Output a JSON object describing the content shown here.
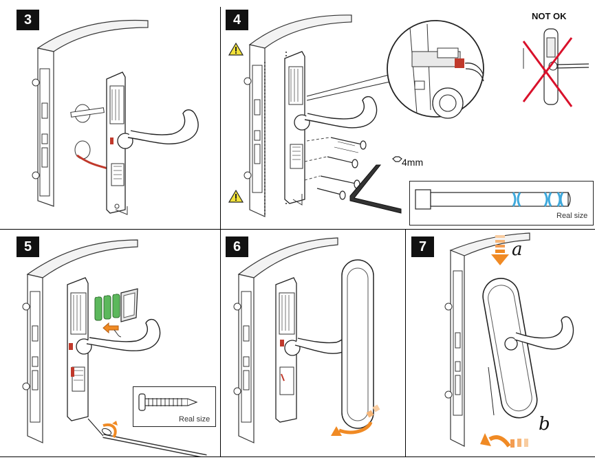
{
  "steps": [
    {
      "number": "3"
    },
    {
      "number": "4",
      "not_ok_label": "NOT OK",
      "hex_size": "4mm",
      "real_size": "Real size"
    },
    {
      "number": "5",
      "real_size": "Real size"
    },
    {
      "number": "6"
    },
    {
      "number": "7",
      "label_a": "a",
      "label_b": "b"
    }
  ],
  "colors": {
    "cable": "#c0392b",
    "battery": "#5cb85c",
    "arrow": "#f08a24",
    "cross": "#d9112b",
    "highlight": "#3fa9dc"
  },
  "icons": [
    "warning-icon",
    "hex-key-icon"
  ]
}
